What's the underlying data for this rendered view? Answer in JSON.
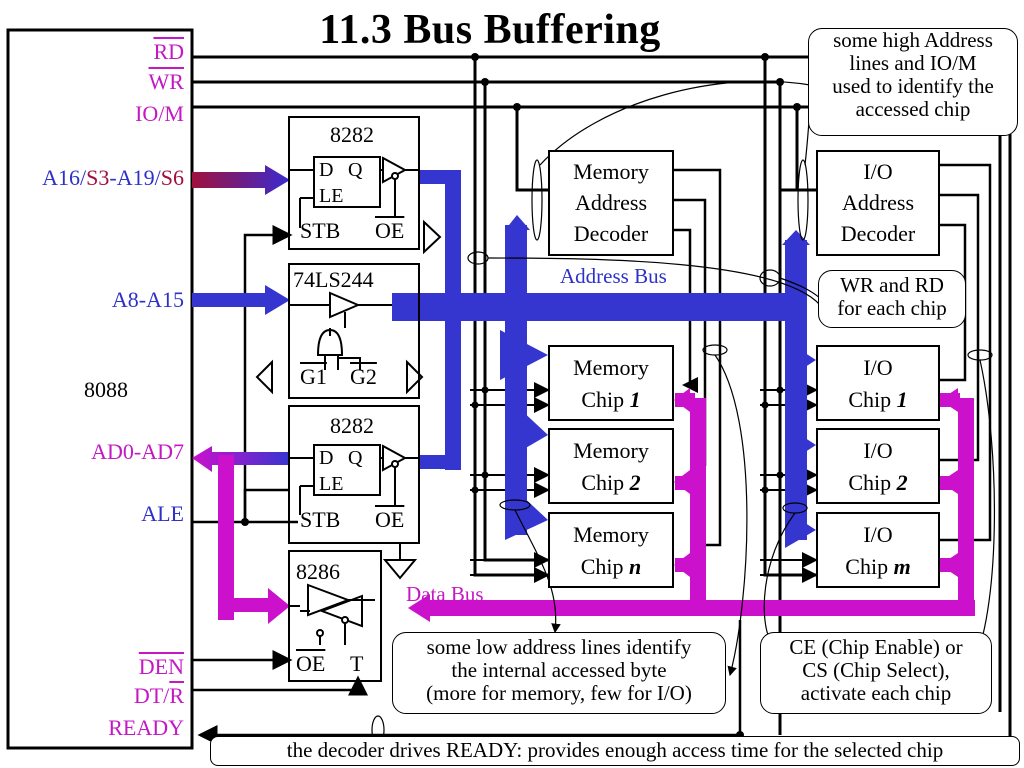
{
  "title": "11.3 Bus Buffering",
  "cpu": {
    "name": "8088",
    "pins": {
      "rd": "RD",
      "wr": "WR",
      "io_m": "IO/M",
      "addr_high_a16": "A16",
      "addr_high_s3": "S3",
      "addr_high_a19": "-A19",
      "addr_high_s6": "S6",
      "addr_mid": "A8-A15",
      "addr_low": "AD0-AD7",
      "ale": "ALE",
      "den": "DEN",
      "dtr": "DT/R",
      "ready": "READY"
    }
  },
  "latch_top": {
    "name": "8282",
    "d": "D",
    "q": "Q",
    "le": "LE",
    "stb": "STB",
    "oe": "OE"
  },
  "buffer": {
    "name": "74LS244",
    "g1": "G1",
    "g2": "G2"
  },
  "latch_bottom": {
    "name": "8282",
    "d": "D",
    "q": "Q",
    "le": "LE",
    "stb": "STB",
    "oe": "OE"
  },
  "transceiver": {
    "name": "8286",
    "oe": "OE",
    "t": "T"
  },
  "memory_decoder": {
    "line1": "Memory",
    "line2": "Address",
    "line3": "Decoder"
  },
  "io_decoder": {
    "line1": "I/O",
    "line2": "Address",
    "line3": "Decoder"
  },
  "memory_chips": [
    {
      "name": "Memory",
      "prefix": "Chip ",
      "id": "1"
    },
    {
      "name": "Memory",
      "prefix": "Chip ",
      "id": "2"
    },
    {
      "name": "Memory",
      "prefix": "Chip ",
      "id": "n"
    }
  ],
  "io_chips": [
    {
      "name": "I/O",
      "prefix": "Chip ",
      "id": "1"
    },
    {
      "name": "I/O",
      "prefix": "Chip ",
      "id": "2"
    },
    {
      "name": "I/O",
      "prefix": "Chip ",
      "id": "m"
    }
  ],
  "buses": {
    "address": "Address Bus",
    "data": "Data Bus"
  },
  "notes": {
    "high_addr": [
      "some high Address",
      "lines and IO/M",
      "used to identify the",
      "accessed chip"
    ],
    "wr_rd": [
      "WR and RD",
      "for each chip"
    ],
    "low_addr": [
      "some low address lines identify",
      "the internal accessed byte",
      "(more for memory, few for I/O)"
    ],
    "ce_cs": [
      "CE (Chip Enable) or",
      "CS (Chip Select),",
      "activate each chip"
    ],
    "ready": "the decoder drives READY: provides enough access time for the selected chip"
  },
  "colors": {
    "address_bus": "#3535d0",
    "data_bus": "#cc11cc",
    "high_addr_arrow": "#8a1f5c"
  }
}
